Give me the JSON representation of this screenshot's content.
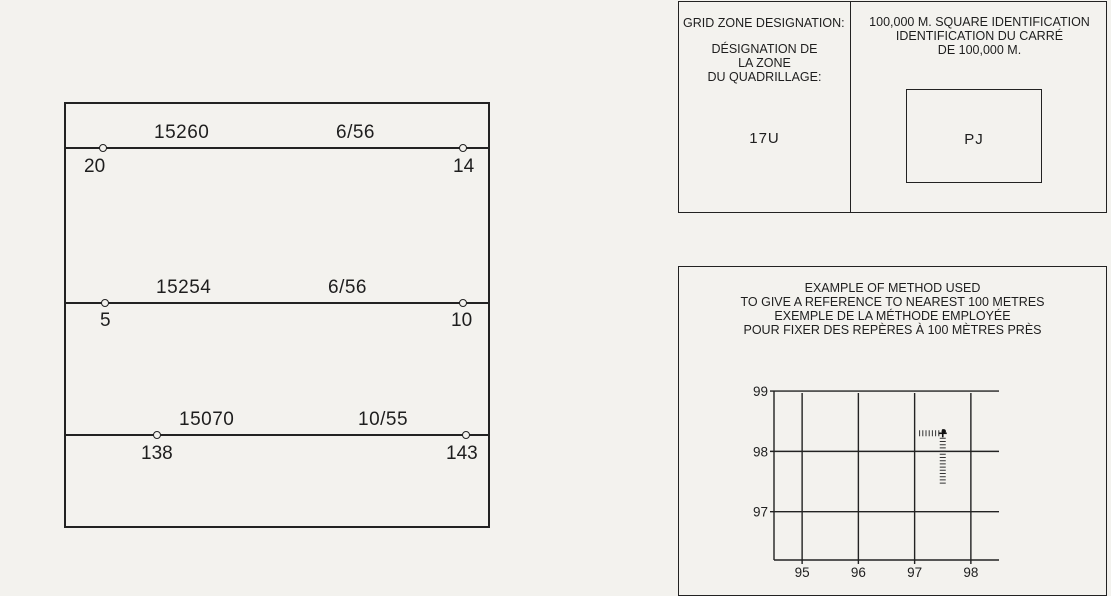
{
  "routes_panel": {
    "routes": [
      {
        "number": "15260",
        "date": "6/56",
        "left_stop": "20",
        "right_stop": "14"
      },
      {
        "number": "15254",
        "date": "6/56",
        "left_stop": "5",
        "right_stop": "10"
      },
      {
        "number": "15070",
        "date": "10/55",
        "left_stop": "138",
        "right_stop": "143"
      }
    ]
  },
  "grid_info": {
    "zone_label_en": "GRID ZONE DESIGNATION:",
    "zone_label_fr": [
      "DÉSIGNATION DE",
      "LA ZONE",
      "DU QUADRILLAGE:"
    ],
    "zone_value": "17U",
    "square_label_en": "100,000 M. SQUARE IDENTIFICATION",
    "square_label_fr": [
      "IDENTIFICATION DU CARRÉ",
      "DE 100,000 M."
    ],
    "square_value": "PJ"
  },
  "example": {
    "title_lines": [
      "EXAMPLE OF METHOD USED",
      "TO GIVE A REFERENCE TO NEAREST 100 METRES",
      "EXEMPLE DE LA MÉTHODE EMPLOYÉE",
      "POUR FIXER DES REPÈRES À 100 MÈTRES PRÈS"
    ],
    "y_labels": [
      "99",
      "98",
      "97"
    ],
    "x_labels": [
      "95",
      "96",
      "97",
      "98"
    ],
    "point": {
      "easting": 97.5,
      "northing": 98.3
    },
    "easting_range": [
      94.5,
      98.5
    ],
    "northing_range": [
      96.2,
      99.1
    ]
  }
}
